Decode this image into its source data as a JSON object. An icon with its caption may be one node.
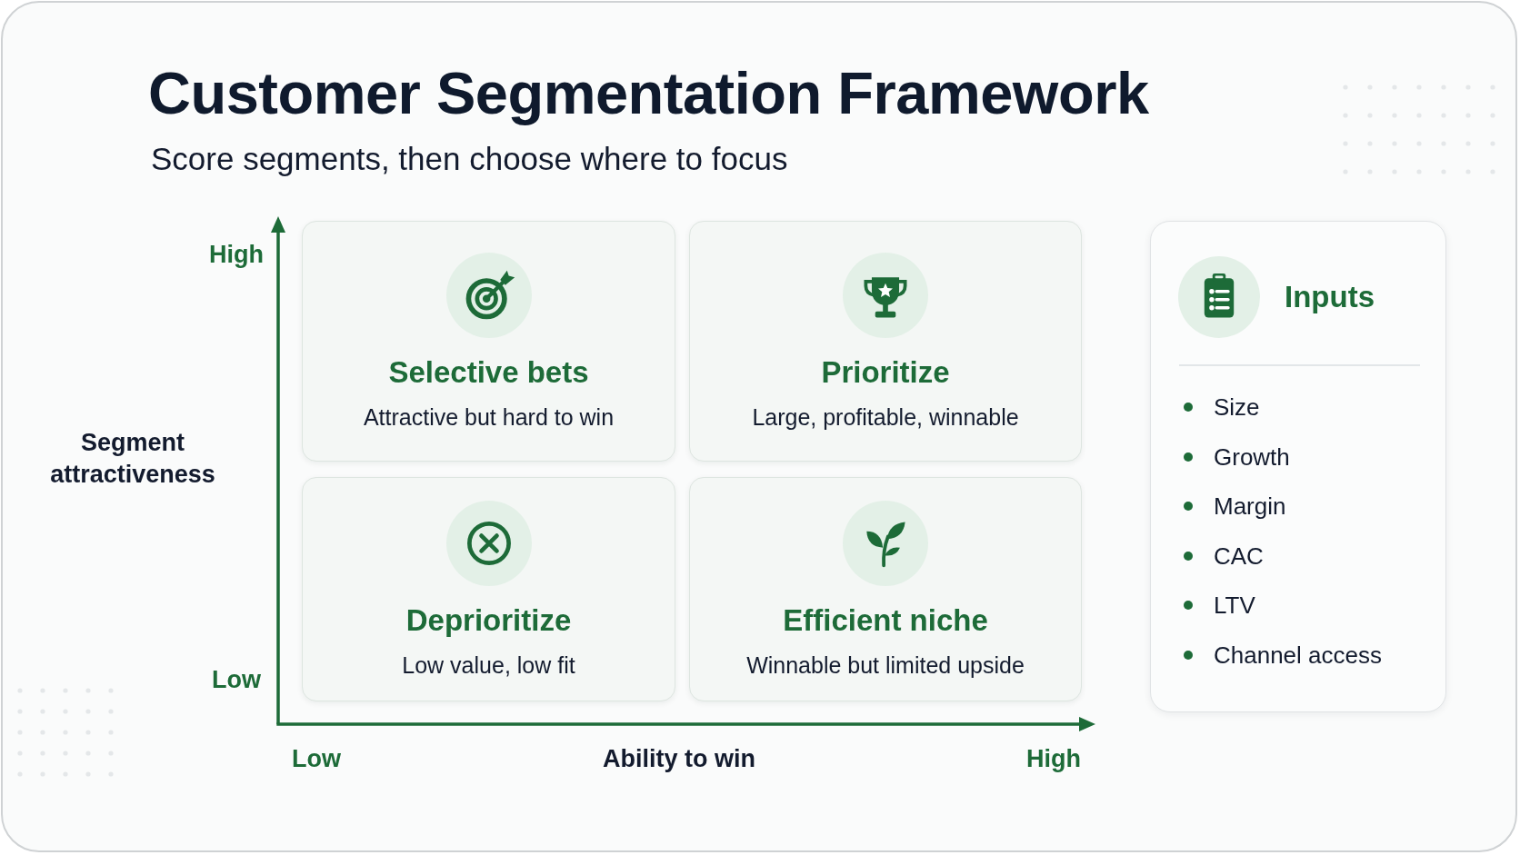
{
  "diagram": {
    "title": "Customer Segmentation Framework",
    "nodes": [
      {
        "text": [
          "Selective bets",
          "Attractive but hard to win"
        ]
      },
      {
        "text": [
          "Prioritize",
          "Large, profitable, winnable"
        ]
      },
      {
        "text": [
          "Deprioritize",
          "Low value, low fit"
        ]
      },
      {
        "text": [
          "Efficient niche",
          "Winnable but limited upside"
        ]
      },
      {
        "text": [
          "Inputs",
          "Size",
          "Growth",
          "Margin",
          "CAC",
          "LTV",
          "Channel access"
        ]
      }
    ],
    "labels": [
      "Score segments, then choose where to focus",
      "High",
      "Segment attractiveness",
      "Low",
      "Low",
      "Ability to win",
      "High"
    ]
  }
}
